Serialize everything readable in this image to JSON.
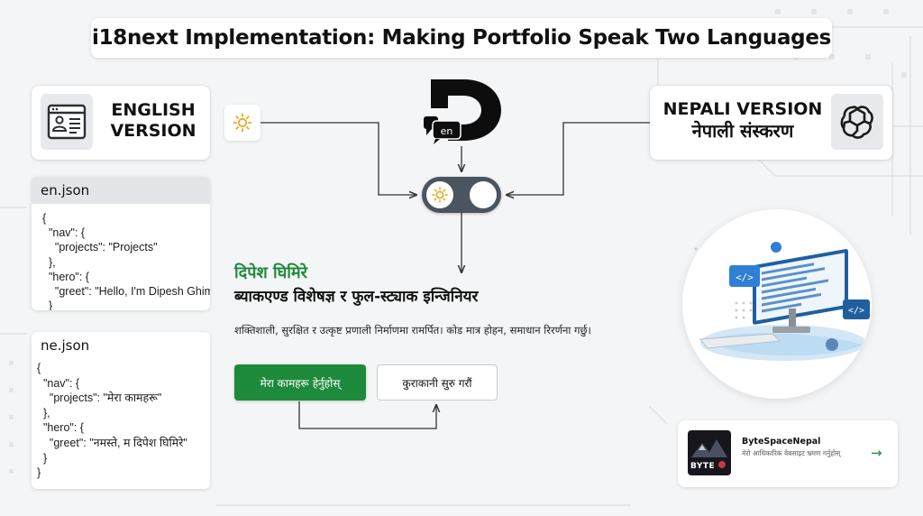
{
  "title": "i18next Implementation: Making Portfolio Speak Two Languages",
  "english": {
    "label_line1": "ENGLISH",
    "label_line2": "VERSION",
    "icon": "profile-window-icon"
  },
  "nepali": {
    "label_line1": "NEPALI VERSION",
    "label_line2": "नेपाली संस्करण",
    "icon": "openai-logo-icon"
  },
  "toggle": {
    "badge": "en",
    "state": "en",
    "icon": "sun-icon"
  },
  "en_json": {
    "filename": "en.json",
    "lines": [
      "{",
      "  \"nav\": {",
      "    \"projects\": \"Projects\"",
      "  },",
      "  \"hero\": {",
      "    \"greet\": \"Hello, I'm Dipesh Ghimire\"",
      "  }"
    ]
  },
  "ne_json": {
    "filename": "ne.json",
    "lines": [
      "{",
      "  \"nav\": {",
      "    \"projects\": \"मेरा कामहरू\"",
      "  },",
      "  \"hero\": {",
      "    \"greet\": \"नमस्ते, म दिपेश घिमिरे\"",
      "  }",
      "}"
    ]
  },
  "hero": {
    "name": "दिपेश घिमिरे",
    "role": "ब्याकएण्ड विशेषज्ञ र फुल-स्ट्याक इन्जिनियर",
    "description": "शक्तिशाली, सुरक्षित र उत्कृष्ट प्रणाली निर्माणमा रामर्पित। कोड मात्र होहन, समाधान रिरर्णना गर्छु।",
    "primary_button": "मेरा कामहरू हेर्नुहोस्",
    "secondary_button": "कुराकानी सुरु गरौं"
  },
  "bytespace": {
    "title": "ByteSpaceNepal",
    "subtitle": "मेरो आधिकारिक वेबसाइट भ्रमण गर्नुहोस्",
    "logo_text": "BYTE"
  },
  "colors": {
    "accent_green": "#1e8a3c",
    "toggle_dark": "#4a5560",
    "sun_yellow": "#e9a825"
  }
}
